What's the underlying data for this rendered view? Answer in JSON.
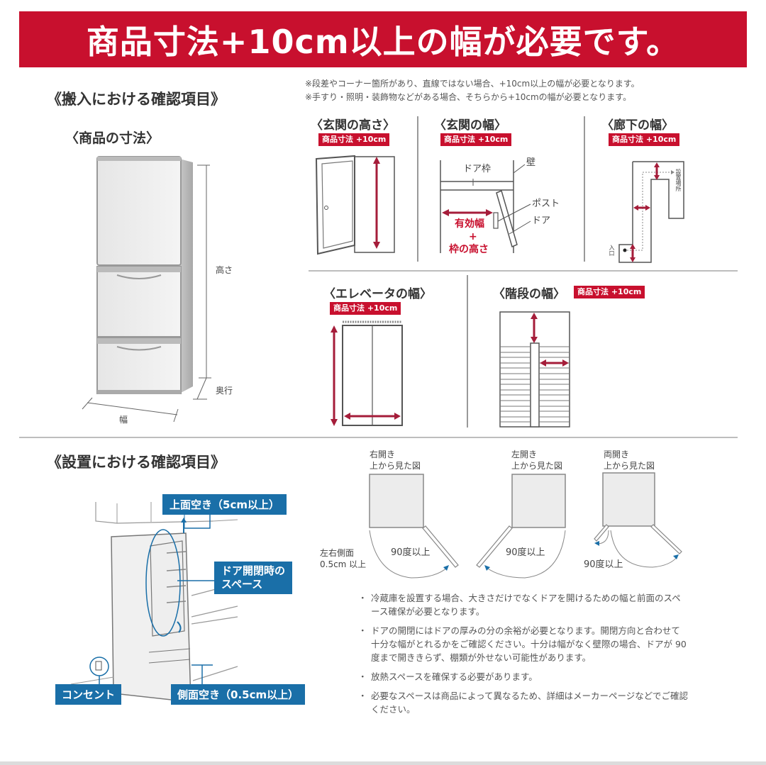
{
  "banner": {
    "title": "商品寸法+10cm以上の幅が必要です。",
    "color": "#c8102e"
  },
  "delivery": {
    "title": "《搬入における確認項目》",
    "notes": [
      "※段差やコーナー箇所があり、直線ではない場合、+10cm以上の幅が必要となります。",
      "※手すり・照明・装飾物などがある場合、そちらから+10cmの幅が必要となります。"
    ],
    "product_dims": {
      "title": "〈商品の寸法〉",
      "height_label": "高さ",
      "depth_label": "奥行",
      "width_label": "幅"
    },
    "panels": [
      {
        "title": "〈玄関の高さ〉",
        "tag": "商品寸法 +10cm"
      },
      {
        "title": "〈玄関の幅〉",
        "tag": "商品寸法 +10cm",
        "labels": {
          "frame": "ドア枠",
          "wall": "壁",
          "post": "ポスト",
          "door": "ドア",
          "effective_width": "有効幅",
          "plus": "+",
          "frame_height": "枠の高さ"
        }
      },
      {
        "title": "〈廊下の幅〉",
        "tag": "商品寸法 +10cm",
        "labels": {
          "destination": "設置場所",
          "entrance": "入口"
        }
      },
      {
        "title": "〈エレベータの幅〉",
        "tag": "商品寸法 +10cm"
      },
      {
        "title": "〈階段の幅〉",
        "tag": "商品寸法 +10cm"
      }
    ]
  },
  "installation": {
    "title": "《設置における確認項目》",
    "callouts": {
      "top": "上面空き（5cm以上）",
      "door": [
        "ドア開閉時の",
        "スペース"
      ],
      "outlet": "コンセント",
      "side": "側面空き（0.5cm以上）"
    },
    "door_types": [
      {
        "type": "右開き",
        "view": "上から見た図",
        "angle": "90度以上"
      },
      {
        "type": "左開き",
        "view": "上から見た図",
        "angle": "90度以上"
      },
      {
        "type": "両開き",
        "view": "上から見た図",
        "angle": "90度以上"
      }
    ],
    "side_clearance": [
      "左右側面",
      "0.5cm 以上"
    ],
    "bullets": [
      "冷蔵庫を設置する場合、大きさだけでなくドアを開けるための幅と前面のスペース確保が必要となります。",
      "ドアの開閉にはドアの厚みの分の余裕が必要となります。開閉方向と合わせて十分な幅がとれるかをご確認ください。十分は幅がなく壁際の場合、ドアが 90 度まで開ききらず、棚類が外せない可能性があります。",
      "放熱スペースを確保する必要があります。",
      "必要なスペースは商品によって異なるため、詳細はメーカーページなどでご確認ください。"
    ],
    "accent_color": "#1a6fa8"
  }
}
